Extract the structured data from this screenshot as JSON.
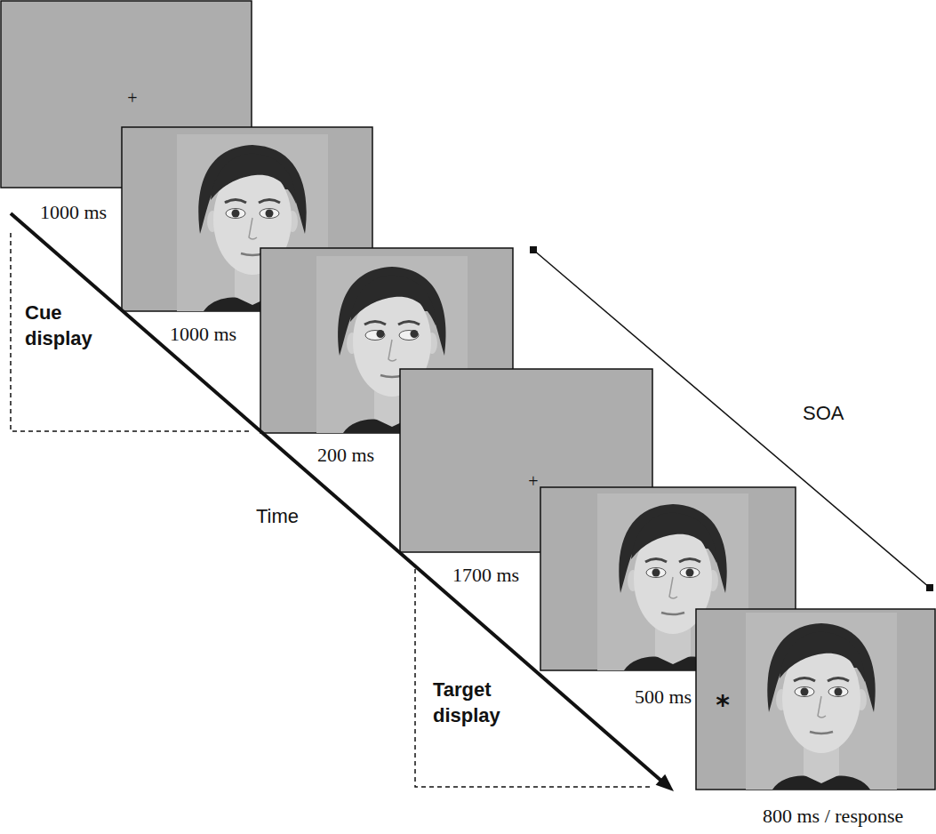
{
  "diagram": {
    "labels": [
      "+",
      "1000 ms",
      "1000 ms",
      "Cue display",
      "200 ms",
      "SOA",
      "+",
      "Time",
      "1700 ms",
      "500 ms",
      "Target display",
      "*",
      "800 ms / response"
    ]
  }
}
